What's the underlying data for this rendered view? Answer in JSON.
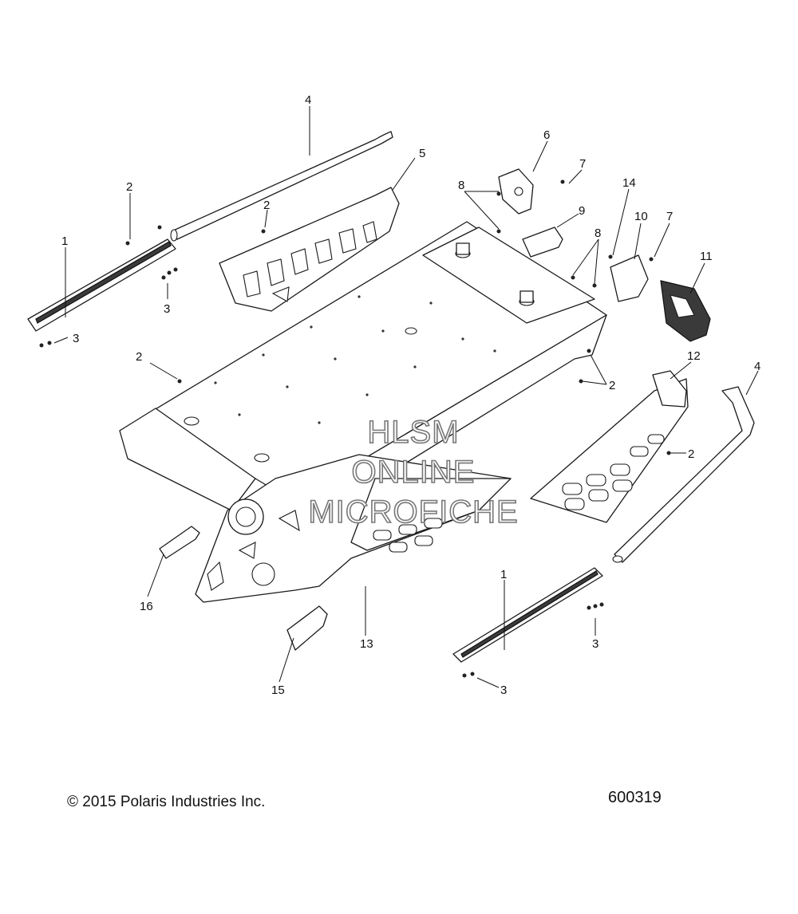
{
  "callouts": {
    "c1a": "1",
    "c1b": "1",
    "c2a": "2",
    "c2b": "2",
    "c2c": "2",
    "c2d": "2",
    "c2e": "2",
    "c3a": "3",
    "c3b": "3",
    "c3c": "3",
    "c3d": "3",
    "c4a": "4",
    "c4b": "4",
    "c5": "5",
    "c6": "6",
    "c7a": "7",
    "c7b": "7",
    "c8a": "8",
    "c8b": "8",
    "c9": "9",
    "c10": "10",
    "c11": "11",
    "c12": "12",
    "c13": "13",
    "c14": "14",
    "c15": "15",
    "c16": "16"
  },
  "watermark": {
    "line1": "HLSM",
    "line2": "ONLINE",
    "line3": "MICROFICHE"
  },
  "footer": {
    "copyright": "© 2015 Polaris Industries Inc.",
    "diagram_number": "600319"
  }
}
